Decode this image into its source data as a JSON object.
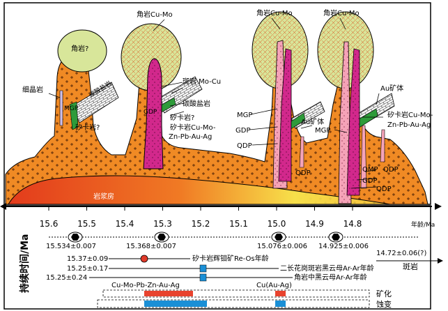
{
  "colors": {
    "intrusion_orange": "#f08a24",
    "cap_green": "#d8e69a",
    "gdp_magenta": "#d2288c",
    "pink": "#f5a3b8",
    "chamber_red": "#e33b1c",
    "chamber_yellow": "#f7e04a",
    "skarn_green": "#2e9b3a",
    "marker_blue": "#1a8fd6",
    "marker_red": "#e03a2a",
    "ore_red": "#e8432e",
    "alter_blue": "#1a8fd6"
  },
  "labels": {
    "hornfels_q": "角岩?",
    "hornfels_cumo_1": "角岩Cu-Mo",
    "hornfels_cumo_2": "角岩Cu-Mo",
    "hornfels_cumo_3": "角岩Cu-Mo",
    "aplite": "细晶岩",
    "mgp_1": "MGP",
    "carbonate_1": "碳酸盐岩",
    "skarn_q_1": "矽卡岩?",
    "gdp_1": "GDP",
    "porphyry_mocu": "斑岩 Mo-Cu",
    "carbonate_2": "碳酸盐岩",
    "skarn_q_2": "矽卡岩?",
    "skarn_ore_1a": "矽卡岩Cu-Mo-",
    "skarn_ore_1b": "Zn-Pb-Au-Ag",
    "mgp_2": "MGP",
    "gdp_2": "GDP",
    "qdp_1": "QDP",
    "qdp_2": "QDP",
    "au_ore_1": "Au矿体",
    "au_ore_2": "Au矿体",
    "mgp_3": "MGP",
    "skarn_ore_2a": "矽卡岩Cu-Mo-",
    "skarn_ore_2b": "Zn-Pb-Au-Ag",
    "qdp_3": "QDP",
    "qmp": "QMP",
    "gdp_3": "GDP",
    "qdp_4": "QDP",
    "magma_chamber": "岩浆房"
  },
  "axis": {
    "ticks": [
      "15.6",
      "15.5",
      "15.4",
      "15.3",
      "15.2",
      "15.1",
      "15.0",
      "14.9",
      "14.8"
    ],
    "unit": "年龄/Ma",
    "ylabel": "持续时间/Ma"
  },
  "ages": {
    "a1": "15.534±0.007",
    "a2": "15.368±0.007",
    "a3": "15.076±0.006",
    "a4": "14.925±0.006",
    "porphyry_age": "14.72±0.06(?)",
    "porphyry_label": "斑岩",
    "re_os_age": "15.37±0.09",
    "re_os_label": "矽卡岩辉钼矿Re-Os年龄",
    "biotite1_age": "15.25±0.17",
    "biotite1_label": "二长花岗斑岩黑云母Ar-Ar年龄",
    "biotite2_age": "15.25±0.24",
    "biotite2_label": "角岩中黑云母Ar-Ar年龄"
  },
  "mineralization": {
    "label1": "Cu-Mo-Pb-Zn-Au-Ag",
    "label2": "Cu(Au-Ag)",
    "row1": "矿化",
    "row2": "蚀变"
  }
}
